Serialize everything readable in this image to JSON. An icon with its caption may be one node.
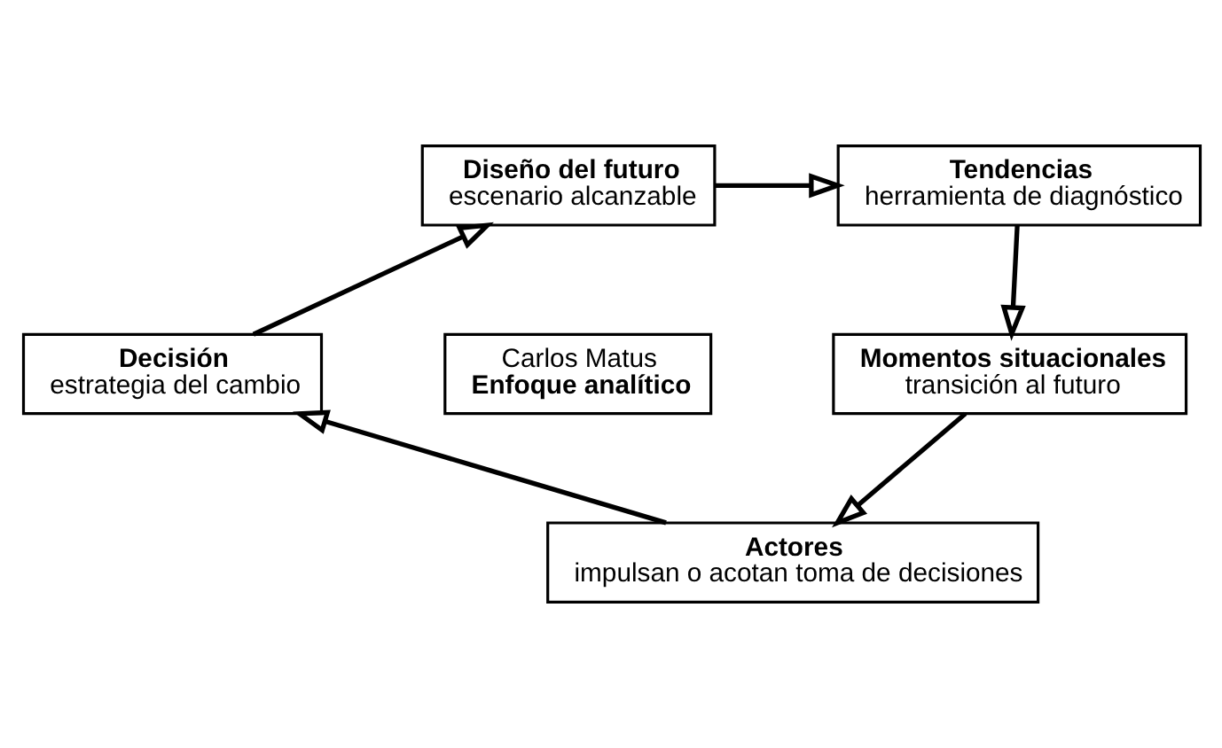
{
  "diagram": {
    "nodes": [
      {
        "text": [
          "Diseño del futuro",
          "escenario alcanzable"
        ]
      },
      {
        "text": [
          "Tendencias",
          "herramienta de diagnóstico"
        ]
      },
      {
        "text": [
          "Carlos Matus",
          "Enfoque analítico"
        ]
      },
      {
        "text": [
          "Decisión",
          "estrategia del cambio"
        ]
      },
      {
        "text": [
          "Momentos situacionales",
          "transición al futuro"
        ]
      },
      {
        "text": [
          "Actores",
          "impulsan o acotan toma de decisiones"
        ]
      }
    ],
    "edges": [
      {
        "from": 0,
        "to": 1,
        "arrow": "to"
      },
      {
        "from": 1,
        "to": 4,
        "arrow": "to"
      },
      {
        "from": 4,
        "to": 5,
        "arrow": "to"
      },
      {
        "from": 5,
        "to": 3,
        "arrow": "to"
      },
      {
        "from": 3,
        "to": 0,
        "arrow": "to"
      }
    ]
  }
}
